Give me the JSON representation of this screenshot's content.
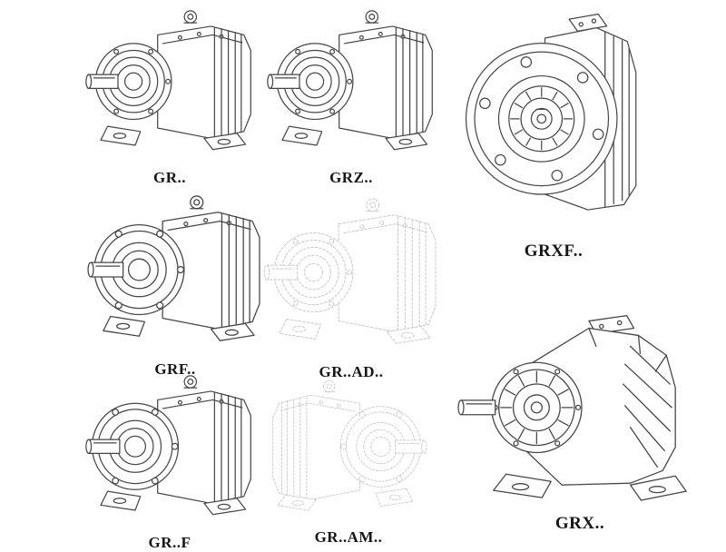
{
  "page": {
    "background": "#ffffff"
  },
  "colors": {
    "line": "#474747",
    "ghost": "#c7c7c7"
  },
  "figures": {
    "gr": {
      "label": "GR.."
    },
    "grz": {
      "label": "GRZ.."
    },
    "grxf": {
      "label": "GRXF.."
    },
    "grf": {
      "label": "GRF.."
    },
    "grad": {
      "label": "GR..AD.."
    },
    "grff": {
      "label": "GR..F"
    },
    "gram": {
      "label": "GR..AM.."
    },
    "grx": {
      "label": "GRX.."
    }
  }
}
